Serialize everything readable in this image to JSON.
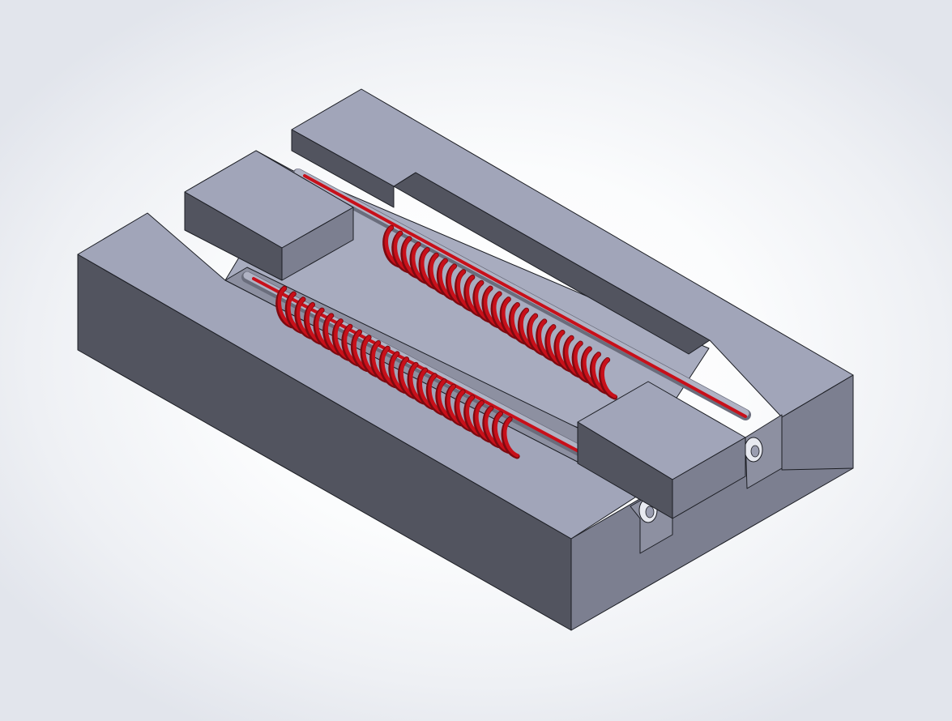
{
  "view": {
    "style": "shaded-with-edges",
    "projection": "isometric"
  },
  "colors": {
    "background_center": "#ffffff",
    "background_edge": "#e2e5ec",
    "face_top": "#a1a5b9",
    "face_left": "#52545f",
    "face_right": "#7c7f90",
    "face_inner": "#8d90a1",
    "channel_floor": "#a8acbf",
    "edge_line": "#1c1e24",
    "spring": "#c8101a",
    "spring_dark": "#7d0a10",
    "rod": "#b0b3c4",
    "rod_dark": "#6a6d7c"
  },
  "model": {
    "name": "",
    "parts": [
      {
        "id": "base-block",
        "kind": "body"
      },
      {
        "id": "slide-block-left",
        "kind": "block"
      },
      {
        "id": "slide-block-right",
        "kind": "block"
      },
      {
        "id": "guide-rod-front",
        "kind": "rod"
      },
      {
        "id": "guide-rod-back",
        "kind": "rod"
      },
      {
        "id": "spring-front",
        "kind": "coil",
        "turns": 25
      },
      {
        "id": "spring-back",
        "kind": "coil",
        "turns": 25
      }
    ]
  }
}
